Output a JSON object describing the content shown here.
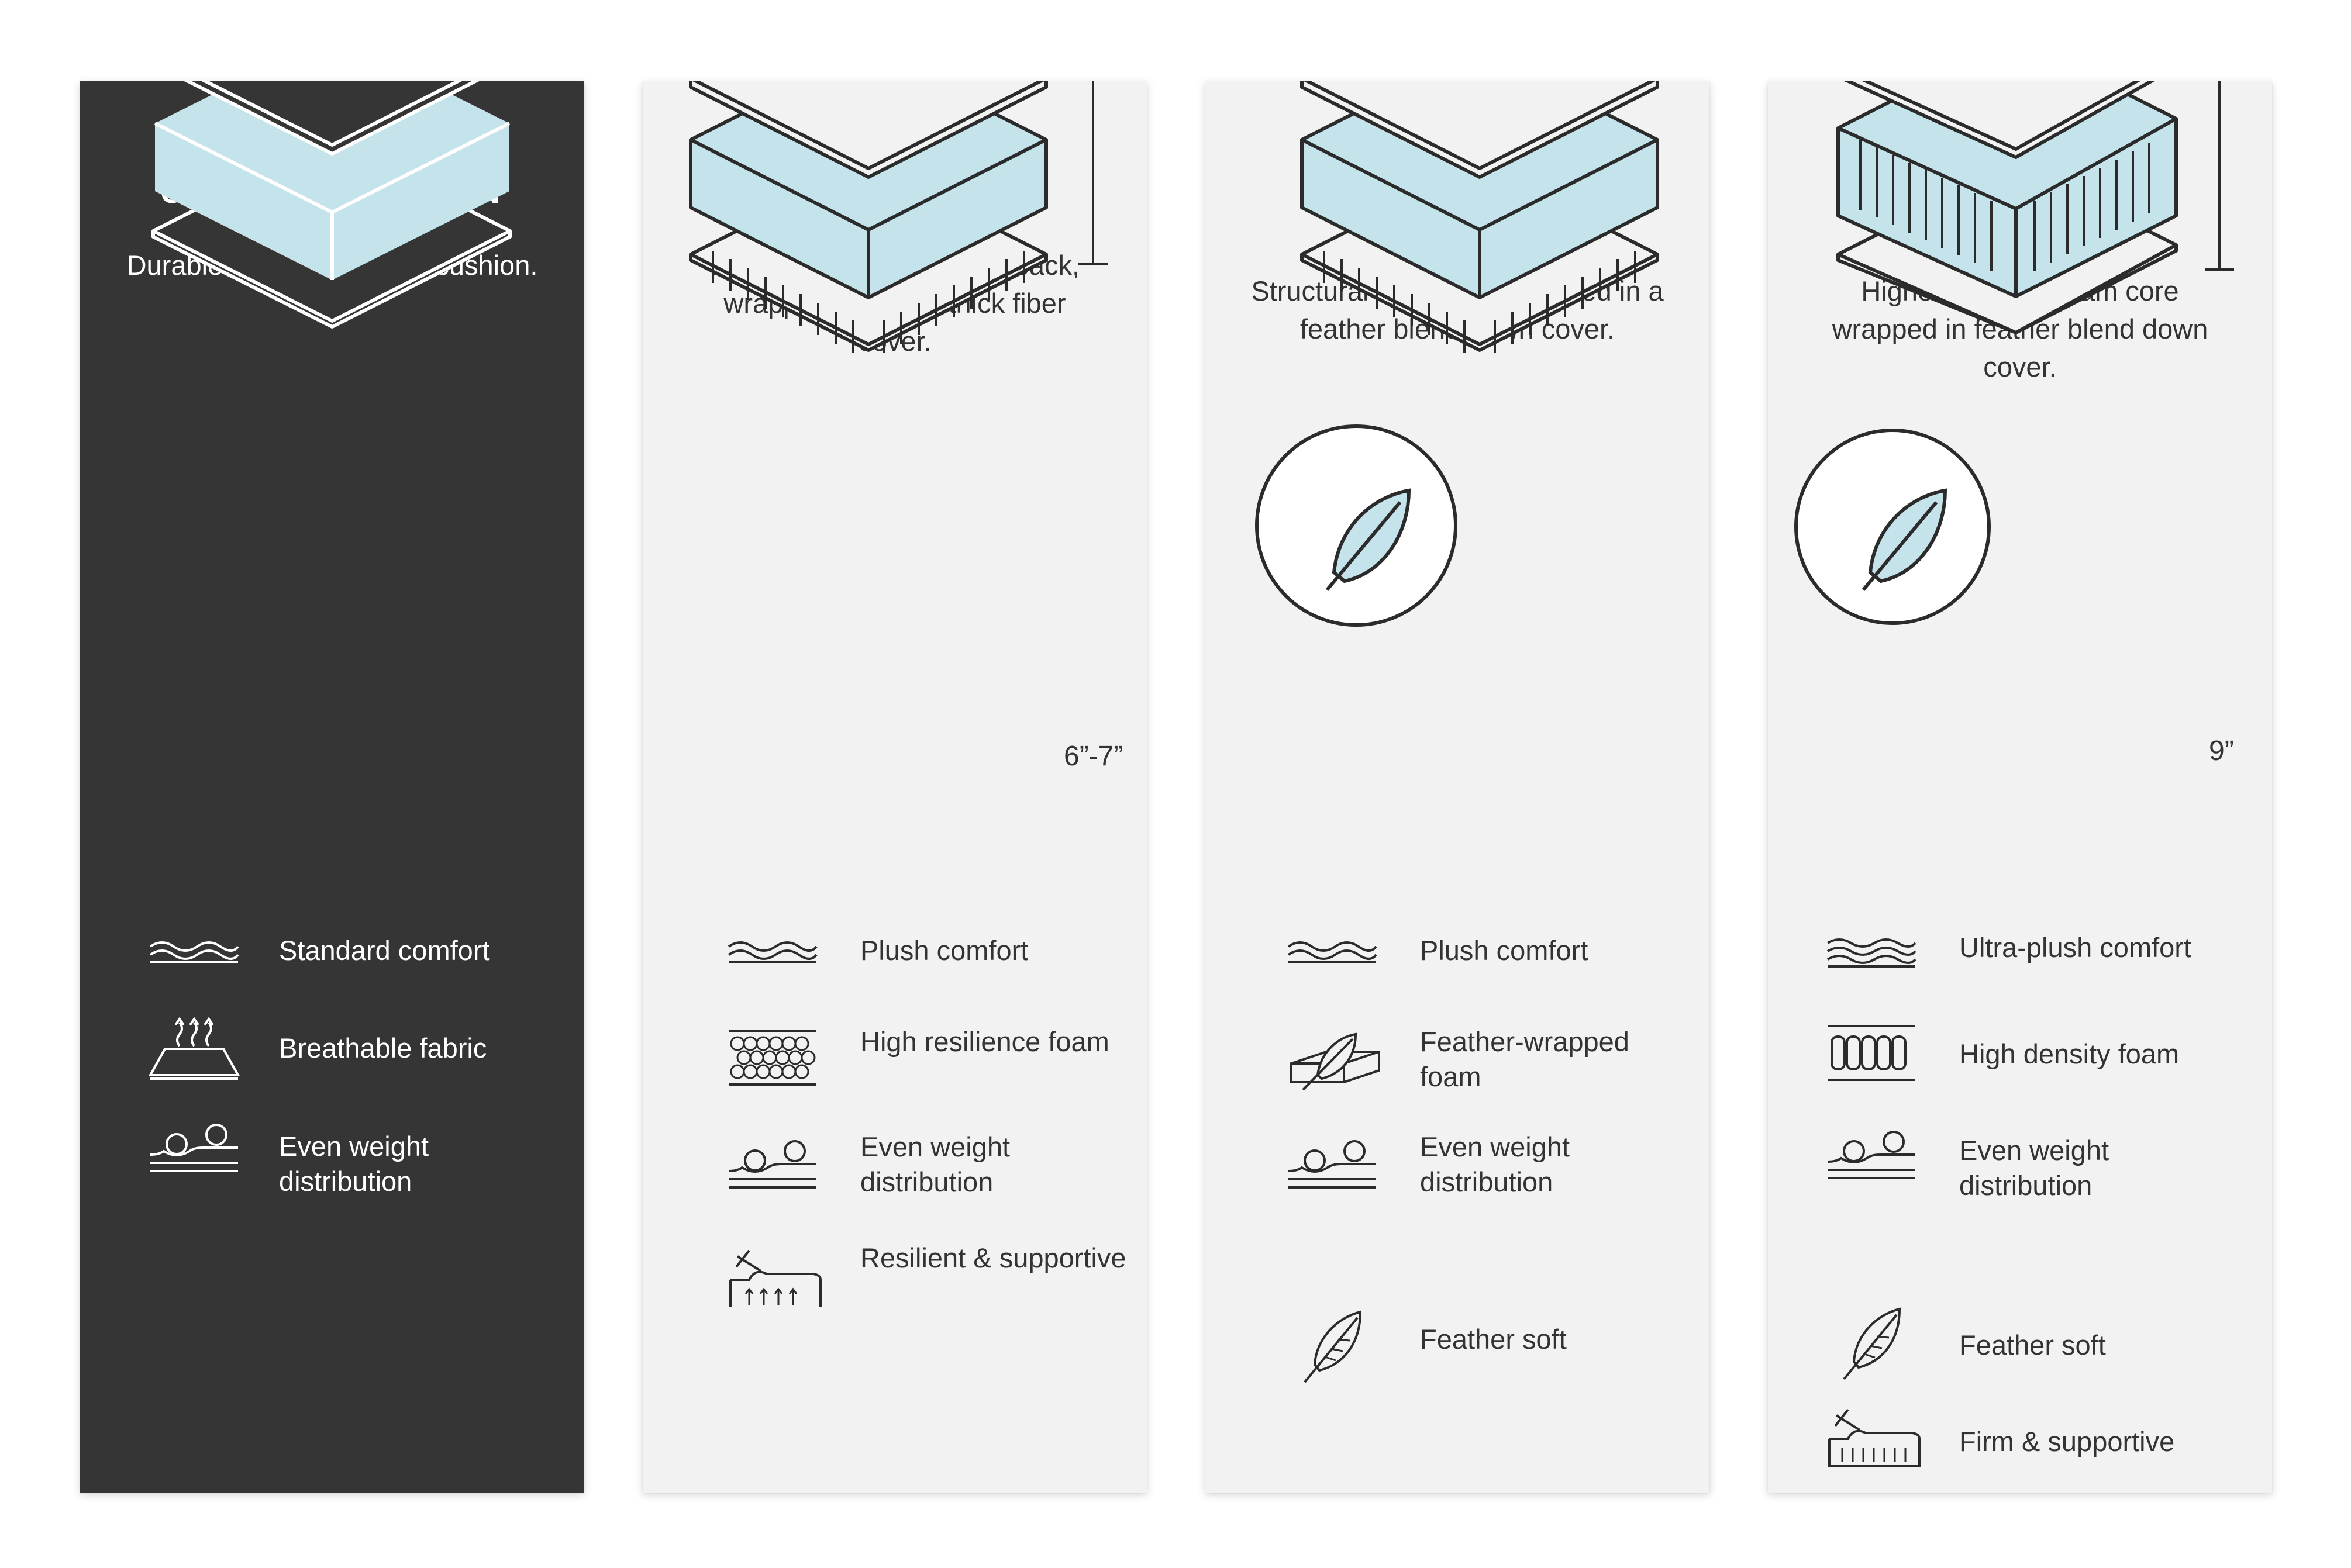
{
  "colors": {
    "dark_card": "#353535",
    "light_card": "#f2f2f2",
    "foam_blue": "#c5e3ea",
    "stroke": "#2b2b2b",
    "text_on_dark": "#ffffff",
    "text_on_light": "#333333"
  },
  "cards": [
    {
      "title": "CLASSIC CUSHION",
      "description": "Durable and comfortable cushion.",
      "features": [
        {
          "icon": "wave-comfort-icon",
          "label": "Standard comfort"
        },
        {
          "icon": "breathable-fabric-icon",
          "label": "Breathable fabric"
        },
        {
          "icon": "even-weight-icon",
          "label": "Even weight distribution"
        }
      ]
    },
    {
      "title": "PLUSH CUSHION",
      "description": "Foam core that bounces back, wrapped in a soft, thick fiber cover.",
      "dimension": "6”-7”",
      "features": [
        {
          "icon": "wave-comfort-icon",
          "label": "Plush comfort"
        },
        {
          "icon": "honeycomb-foam-icon",
          "label": "High resilience foam"
        },
        {
          "icon": "even-weight-icon",
          "label": "Even weight distribution"
        },
        {
          "icon": "resilient-support-icon",
          "label": "Resilient & supportive"
        }
      ]
    },
    {
      "title": "FEATHER BLEND CUSHION",
      "description": "Structural foam core wrapped in a feather blend down cover.",
      "features": [
        {
          "icon": "wave-comfort-icon",
          "label": "Plush comfort"
        },
        {
          "icon": "feather-wrapped-foam-icon",
          "label": "Feather-wrapped foam"
        },
        {
          "icon": "even-weight-icon",
          "label": "Even weight distribution"
        },
        {
          "icon": "feather-icon",
          "label": "Feather soft"
        }
      ]
    },
    {
      "title": "ULTRA-PLUSH CUSHION",
      "description": "Highest density foam core wrapped in feather blend down cover.",
      "dimension": "9”",
      "features": [
        {
          "icon": "wave-comfort-icon",
          "label": "Ultra-plush comfort"
        },
        {
          "icon": "high-density-foam-icon",
          "label": "High density foam"
        },
        {
          "icon": "even-weight-icon",
          "label": "Even weight distribution"
        },
        {
          "icon": "feather-icon",
          "label": "Feather soft"
        },
        {
          "icon": "firm-support-icon",
          "label": "Firm & supportive"
        }
      ]
    }
  ]
}
